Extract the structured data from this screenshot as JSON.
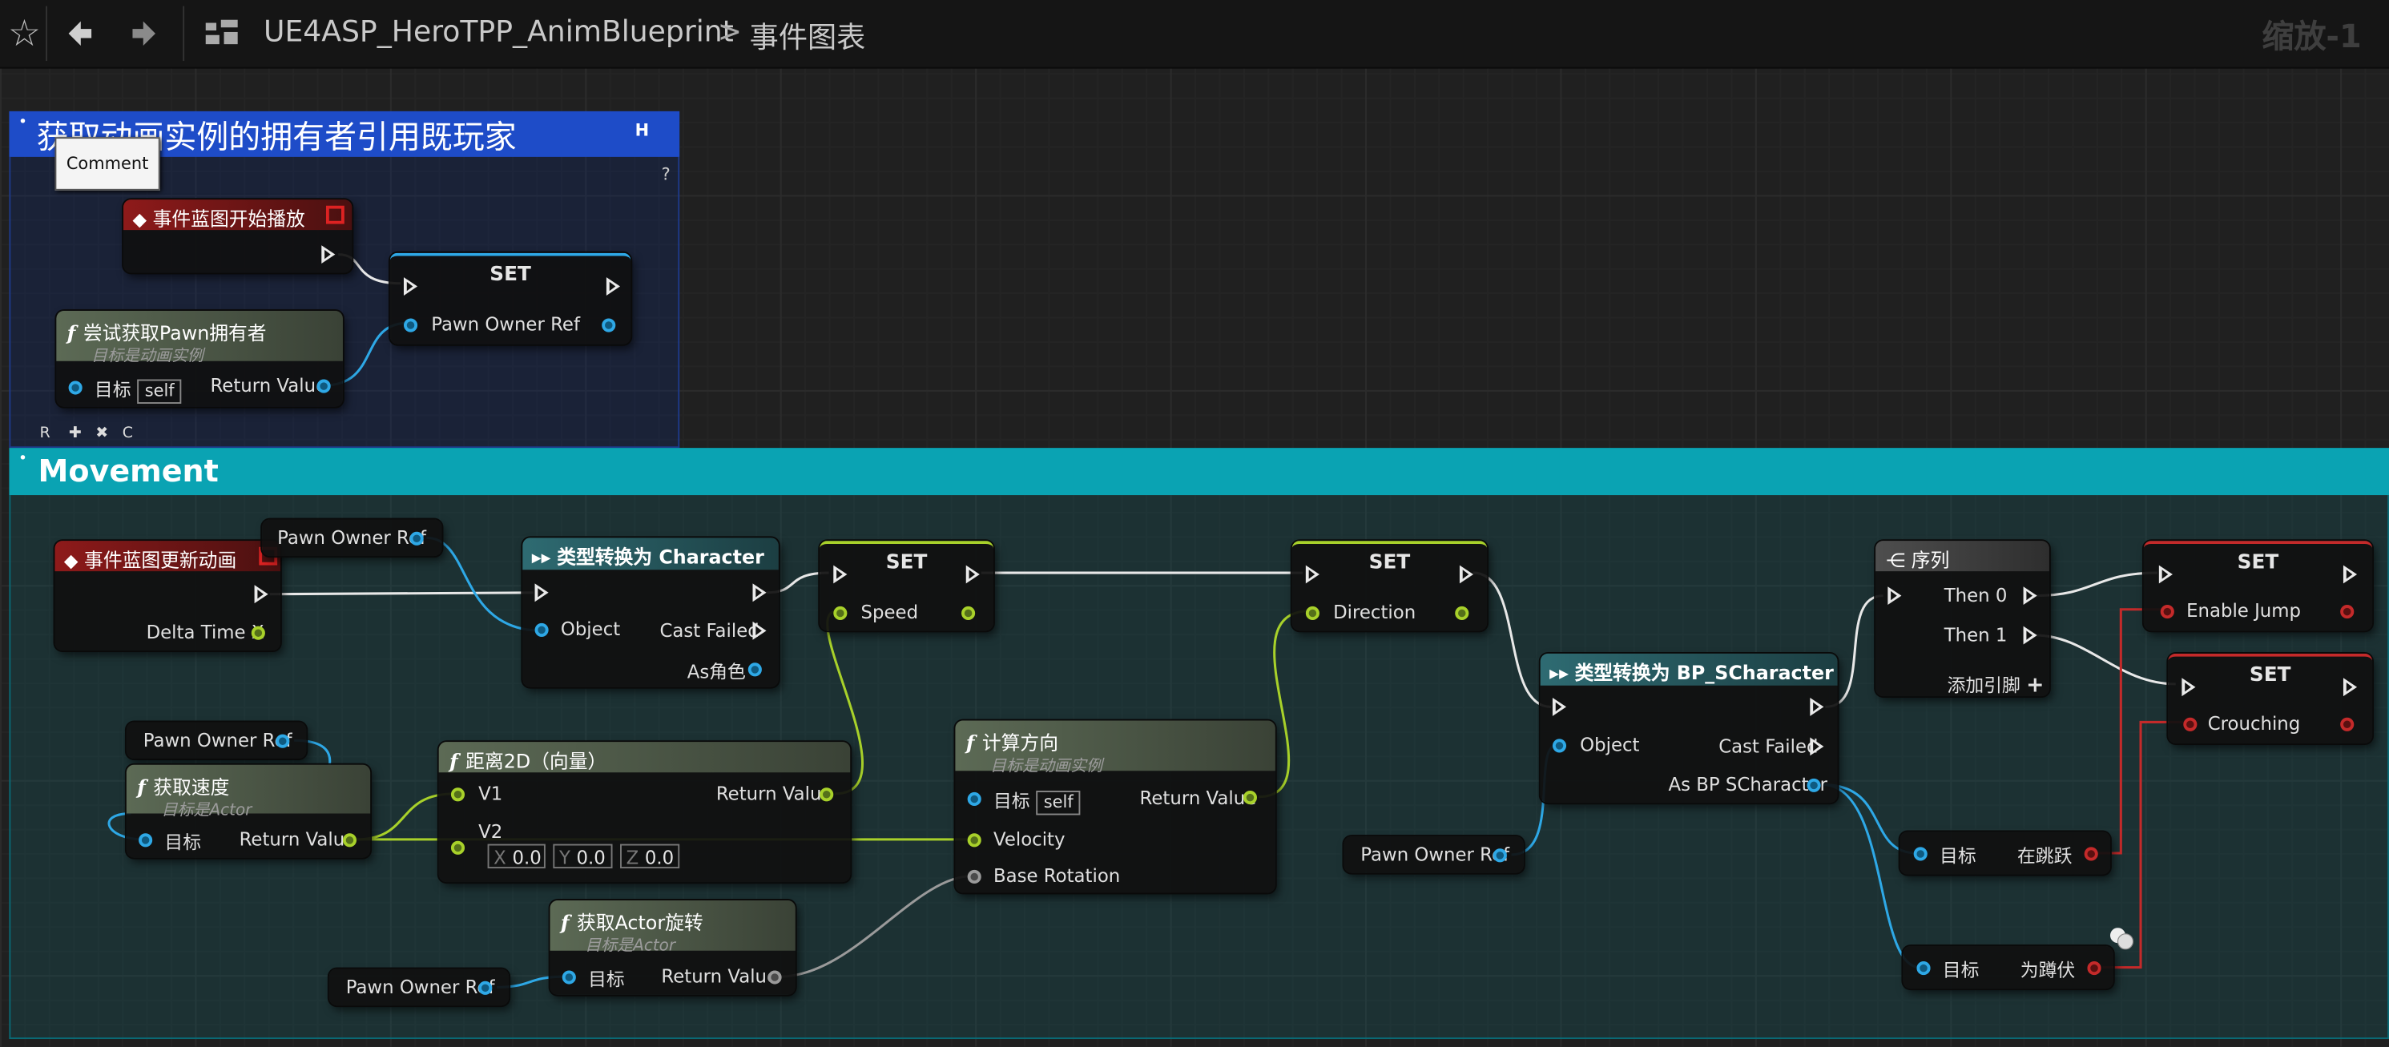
{
  "toolbar": {
    "breadcrumb_blueprint": "UE4ASP_HeroTPP_AnimBlueprint",
    "breadcrumb_sep": ">",
    "breadcrumb_graph": "事件图表",
    "zoom": "缩放-1"
  },
  "comment1": {
    "title": "获取动画实例的拥有者引用既玩家",
    "h_label": "H",
    "q_label": "?",
    "tooltip": "Comment",
    "btn_r": "R",
    "btn_add": "✚",
    "btn_x": "✖",
    "btn_c": "C"
  },
  "comment2": {
    "title": "Movement"
  },
  "n_beginplay": {
    "title": "事件蓝图开始播放"
  },
  "n_set_pawn": {
    "title": "SET",
    "pin": "Pawn Owner Ref"
  },
  "n_trypawn": {
    "title": "尝试获取Pawn拥有者",
    "sub": "目标是动画实例",
    "pin_target": "目标",
    "self": "self",
    "pin_return": "Return Value"
  },
  "n_update": {
    "title": "事件蓝图更新动画",
    "pin_delta": "Delta Time X"
  },
  "n_ref1": {
    "label": "Pawn Owner Ref"
  },
  "n_cast_char": {
    "title": "类型转换为 Character",
    "pin_object": "Object",
    "pin_failed": "Cast Failed",
    "pin_as": "As角色"
  },
  "n_set_speed": {
    "title": "SET",
    "pin": "Speed"
  },
  "n_set_dir": {
    "title": "SET",
    "pin": "Direction"
  },
  "n_ref2": {
    "label": "Pawn Owner Ref"
  },
  "n_getvel": {
    "title": "获取速度",
    "sub": "目标是Actor",
    "pin_target": "目标",
    "pin_return": "Return Value"
  },
  "n_dist2d": {
    "title": "距离2D（向量）",
    "pin_v1": "V1",
    "pin_v2": "V2",
    "pin_return": "Return Value",
    "x_label": "X",
    "x_val": "0.0",
    "y_label": "Y",
    "y_val": "0.0",
    "z_label": "Z",
    "z_val": "0.0"
  },
  "n_calcdir": {
    "title": "计算方向",
    "sub": "目标是动画实例",
    "pin_target": "目标",
    "self": "self",
    "pin_velocity": "Velocity",
    "pin_rot": "Base Rotation",
    "pin_return": "Return Value"
  },
  "n_getrot": {
    "title": "获取Actor旋转",
    "sub": "目标是Actor",
    "pin_target": "目标",
    "pin_return": "Return Value"
  },
  "n_ref3": {
    "label": "Pawn Owner Ref"
  },
  "n_cast_bp": {
    "title": "类型转换为 BP_SCharacter",
    "pin_object": "Object",
    "pin_failed": "Cast Failed",
    "pin_as": "As BP SCharacter"
  },
  "n_ref4": {
    "label": "Pawn Owner Ref"
  },
  "n_seq": {
    "title": "序列",
    "then0": "Then 0",
    "then1": "Then 1",
    "add": "添加引脚"
  },
  "n_set_jump": {
    "title": "SET",
    "pin": "Enable Jump"
  },
  "n_set_crouch": {
    "title": "SET",
    "pin": "Crouching"
  },
  "n_isjump": {
    "pin_target": "目标",
    "label": "在跳跃"
  },
  "n_iscrouch": {
    "pin_target": "目标",
    "label": "为蹲伏"
  },
  "colors": {
    "exec_wire": "#e8e8e8",
    "object_wire": "#2ea8e6",
    "float_wire": "#a8d12a",
    "rot_wire": "#9a9a9a",
    "bool_wire": "#c42a2a",
    "comment1": "#1e4cc8",
    "comment2": "#0aa3b3"
  }
}
